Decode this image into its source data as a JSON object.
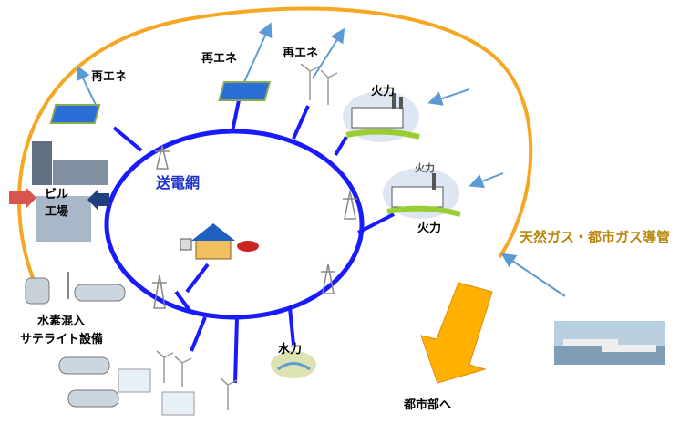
{
  "labels": {
    "renewable_1": "再エネ",
    "renewable_2": "再エネ",
    "renewable_3": "再エネ",
    "thermal_1": "火力",
    "thermal_2_sign": "火力",
    "thermal_2": "火力",
    "grid": "送電網",
    "building": "ビル",
    "factory": "工場",
    "hydrogen": [
      "水素混入",
      "サテライト設備"
    ],
    "hydro": "水力",
    "gas_pipeline": "天然ガス・都市ガス導管",
    "to_city": "都市部へ"
  },
  "colors": {
    "gas_pipeline": "#f5a623",
    "grid": "#1a1aff",
    "arrow_blue": "#5b9bd5",
    "big_arrow": "#ffb000",
    "gas_label": "#b8860b",
    "grid_label": "#2233cc"
  }
}
